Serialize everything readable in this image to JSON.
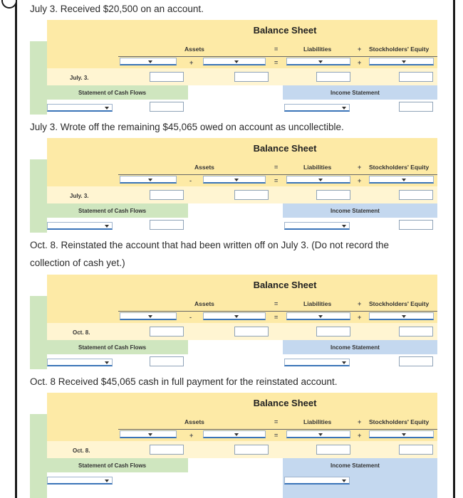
{
  "prompts": [
    "July 3. Received $20,500 on an account.",
    "July 3. Wrote off the remaining $45,065 owed on account as uncollectible.",
    "Oct. 8. Reinstated the account that had been written off on July 3. (Do not record the collection of cash yet.)",
    "Oct. 8 Received $45,065 cash in full payment for the reinstated account."
  ],
  "blocks": [
    {
      "title": "Balance Sheet",
      "assets": "Assets",
      "liabilities": "Liabilities",
      "equity": "Stockholders' Equity",
      "op_eq": "=",
      "op_plus": "+",
      "row_op1": "+",
      "row_op2": "=",
      "row_op3": "+",
      "date": "July. 3.",
      "cash_flows": "Statement of Cash Flows",
      "income": "Income Statement"
    },
    {
      "title": "Balance Sheet",
      "assets": "Assets",
      "liabilities": "Liabilities",
      "equity": "Stockholders' Equity",
      "op_eq": "=",
      "op_plus": "+",
      "row_op1": "-",
      "row_op2": "=",
      "row_op3": "+",
      "date": "July. 3.",
      "cash_flows": "Statement of Cash Flows",
      "income": "Income Statement"
    },
    {
      "title": "Balance Sheet",
      "assets": "Assets",
      "liabilities": "Liabilities",
      "equity": "Stockholders' Equity",
      "op_eq": "=",
      "op_plus": "+",
      "row_op1": "-",
      "row_op2": "=",
      "row_op3": "+",
      "date": "Oct. 8.",
      "cash_flows": "Statement of Cash Flows",
      "income": "Income Statement"
    },
    {
      "title": "Balance Sheet",
      "assets": "Assets",
      "liabilities": "Liabilities",
      "equity": "Stockholders' Equity",
      "op_eq": "=",
      "op_plus": "+",
      "row_op1": "+",
      "row_op2": "=",
      "row_op3": "+",
      "date": "Oct. 8.",
      "cash_flows": "Statement of Cash Flows",
      "income": "Income Statement"
    }
  ],
  "icons": {
    "dropdown": "chevron-down-icon"
  },
  "colors": {
    "yellow": "#fdeaa6",
    "green": "#cfe6bf",
    "blue": "#c4d8ef",
    "dropdown_underline": "#3a74b8"
  }
}
